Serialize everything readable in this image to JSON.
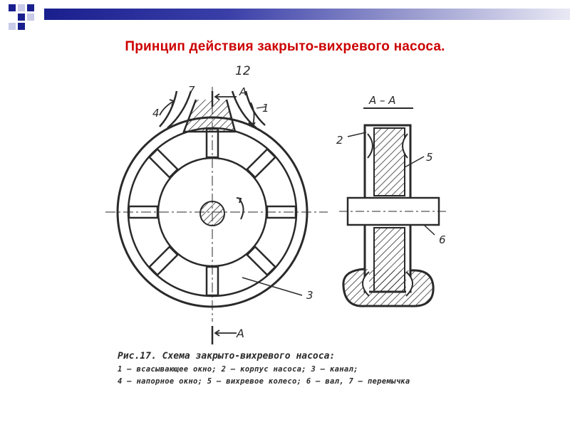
{
  "slide": {
    "title": "Принцип действия закрыто-вихревого насоса."
  },
  "figure": {
    "labels": {
      "top_number": "12",
      "label_7": "7",
      "label_A_top": "A",
      "label_1": "1",
      "label_4": "4",
      "label_A_bottom": "A",
      "label_3": "3",
      "section_title": "A – A",
      "label_2": "2",
      "label_5": "5",
      "label_6": "6"
    },
    "caption": {
      "title": "Рис.17. Схема закрыто-вихревого насоса:",
      "line1": "1 – всасывающее окно; 2 – корпус насоса; 3 – канал;",
      "line2": "4 – напорное окно; 5 – вихревое колесо; 6 – вал, 7 – перемычка"
    }
  },
  "colors": {
    "title_red": "#cc0000",
    "bar_dark": "#1a1f8e",
    "ink": "#2a2a2a"
  }
}
